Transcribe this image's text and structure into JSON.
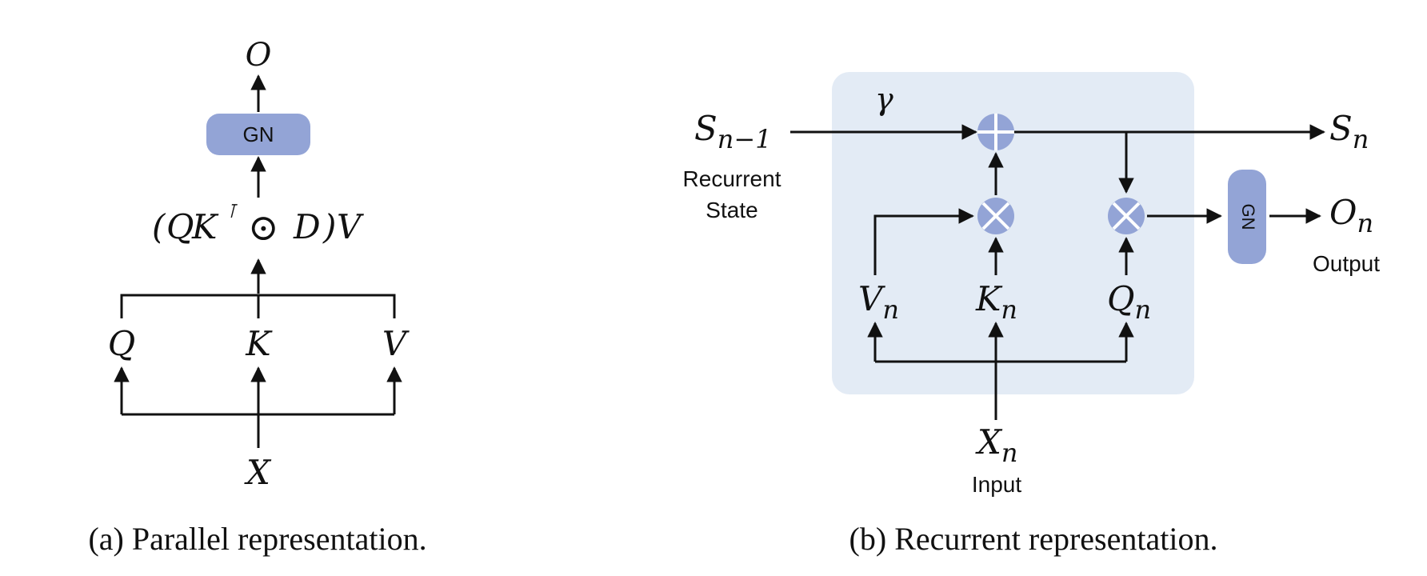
{
  "colors": {
    "panel_bg": "#e3ebf5",
    "node_fill": "#93a4d6",
    "stroke": "#111111"
  },
  "parallel": {
    "output": "O",
    "gn": "GN",
    "formula": {
      "open": "(",
      "q": "Q",
      "k": "K",
      "transpose": "⊺",
      "odot": "⊙",
      "d": "D",
      "close": ")",
      "v": "V"
    },
    "q": "Q",
    "k": "K",
    "v": "V",
    "input": "X",
    "caption": "(a) Parallel representation."
  },
  "recurrent": {
    "gamma": "γ",
    "state_prev": {
      "base": "S",
      "sub": "n−1"
    },
    "state_prev_label_1": "Recurrent",
    "state_prev_label_2": "State",
    "state_next": {
      "base": "S",
      "sub": "n"
    },
    "add_icon": "plus-circle",
    "mul_icon": "times-circle",
    "v": {
      "base": "V",
      "sub": "n"
    },
    "k": {
      "base": "K",
      "sub": "n"
    },
    "q": {
      "base": "Q",
      "sub": "n"
    },
    "gn": "GN",
    "output": {
      "base": "O",
      "sub": "n"
    },
    "output_label": "Output",
    "input": {
      "base": "X",
      "sub": "n"
    },
    "input_label": "Input",
    "caption": "(b) Recurrent representation."
  }
}
